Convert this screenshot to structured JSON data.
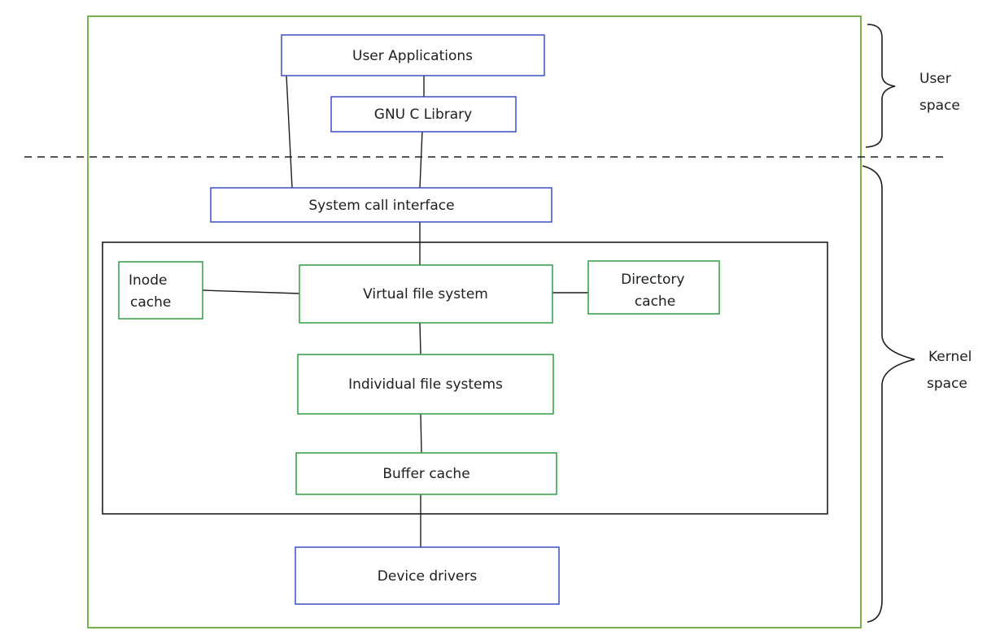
{
  "diagram": {
    "nodes": {
      "user_applications": "User Applications",
      "gnu_c_library": "GNU C Library",
      "system_call_interface": "System call interface",
      "inode_cache": [
        "Inode",
        "cache"
      ],
      "virtual_file_system": "Virtual file system",
      "directory_cache": [
        "Directory",
        "cache"
      ],
      "individual_file_systems": "Individual file systems",
      "buffer_cache": "Buffer cache",
      "device_drivers": "Device drivers"
    },
    "regions": {
      "user_space": [
        "User",
        "space"
      ],
      "kernel_space": [
        "Kernel",
        "space"
      ]
    },
    "colors": {
      "outer_border": "#6aaa3a",
      "blue_box": "#3b4fc4",
      "green_box": "#2f9e44",
      "black_line": "#1e1e1e"
    }
  }
}
